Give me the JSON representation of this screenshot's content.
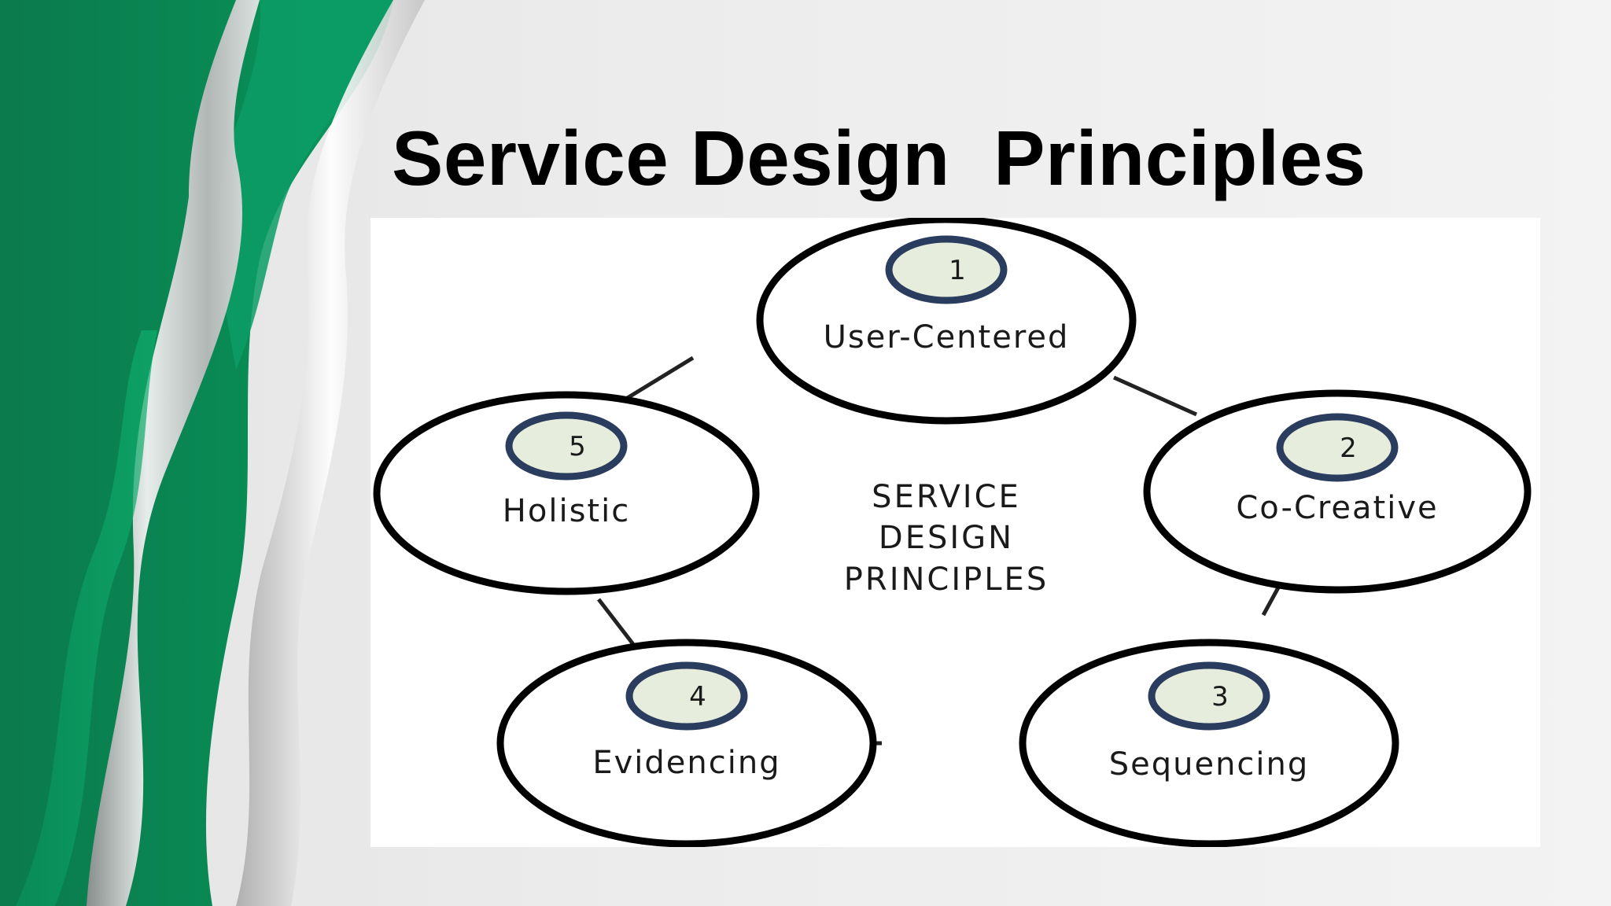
{
  "slide": {
    "title": "Service Design  Principles"
  },
  "diagram": {
    "center_lines": [
      "SERVICE",
      "DESIGN",
      "PRINCIPLES"
    ],
    "nodes": [
      {
        "number": "1",
        "label": "User-Centered"
      },
      {
        "number": "2",
        "label": "Co-Creative"
      },
      {
        "number": "3",
        "label": "Sequencing"
      },
      {
        "number": "4",
        "label": "Evidencing"
      },
      {
        "number": "5",
        "label": "Holistic"
      }
    ]
  },
  "colors": {
    "accent_green": "#0a8a5a",
    "badge_ring": "#2b3d5e",
    "badge_fill": "#e6eddc",
    "node_stroke": "#000000"
  },
  "icons": {
    "background": "green-wave-decoration"
  }
}
